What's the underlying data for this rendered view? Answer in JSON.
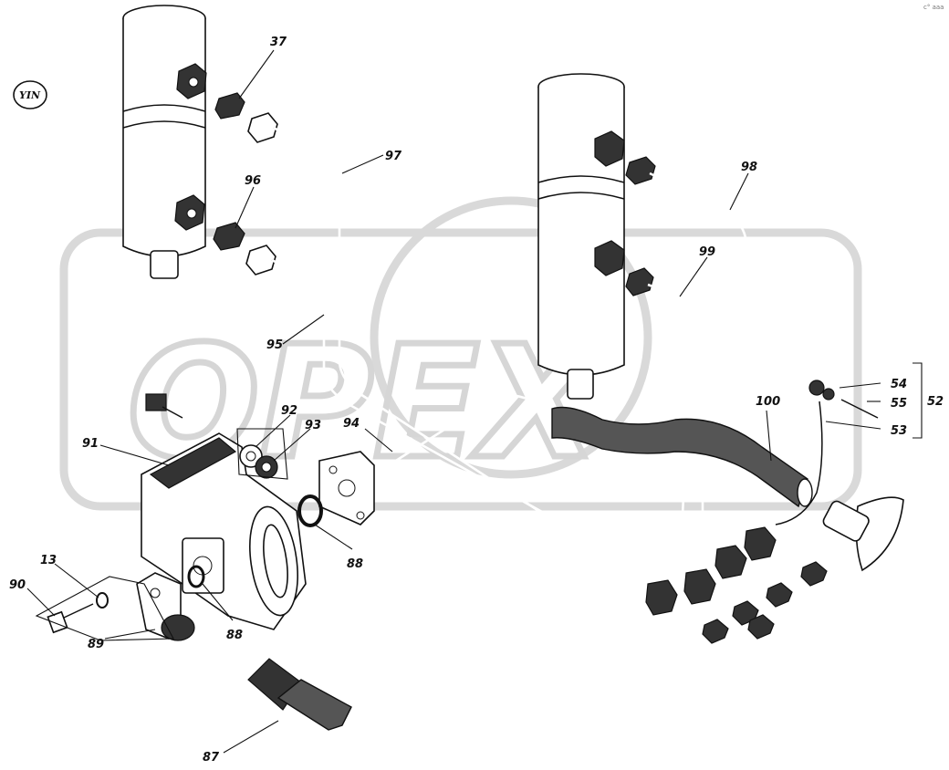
{
  "badge_text": "YIN",
  "watermark_text": "OPEX",
  "corner_text": "с° ааа",
  "labels": {
    "l37": "37",
    "l96": "96",
    "l97": "97",
    "l98": "98",
    "l99": "99",
    "l95": "95",
    "l54": "54",
    "l55": "55",
    "l52": "52",
    "l53": "53",
    "l100": "100",
    "l92": "92",
    "l93": "93",
    "l94": "94",
    "l91": "91",
    "l88a": "88",
    "l88b": "88",
    "l13": "13",
    "l90": "90",
    "l89": "89",
    "l87": "87"
  }
}
